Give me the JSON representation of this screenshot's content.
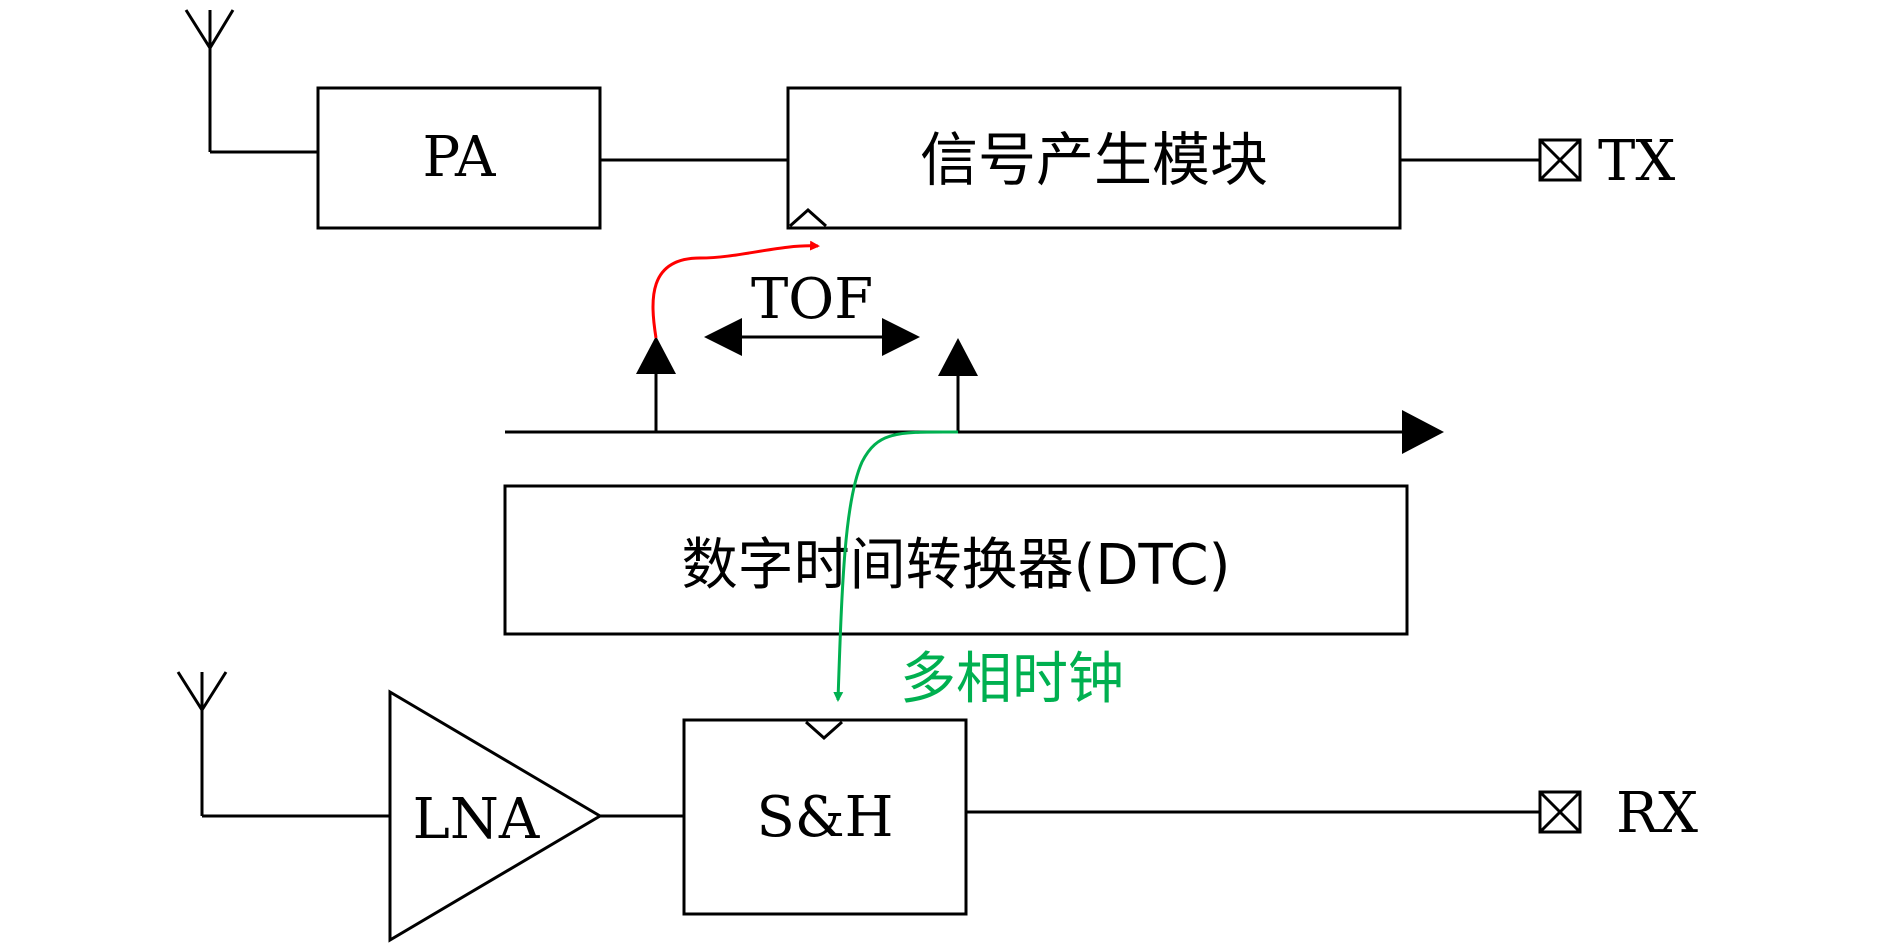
{
  "blocks": {
    "pa": "PA",
    "signal_gen": "信号产生模块",
    "dtc": "数字时间转换器(DTC)",
    "lna": "LNA",
    "sample_hold": "S&H"
  },
  "ports": {
    "tx": "TX",
    "rx": "RX"
  },
  "timing": {
    "tof": "TOF"
  },
  "annotations": {
    "multiphase_clock": "多相时钟"
  },
  "colors": {
    "line": "#000000",
    "trigger_path": "#ff0000",
    "clock_path": "#00b050",
    "background": "#ffffff"
  },
  "icons": [
    "antenna-icon",
    "port-terminal-icon",
    "clock-input-triangle-icon"
  ]
}
